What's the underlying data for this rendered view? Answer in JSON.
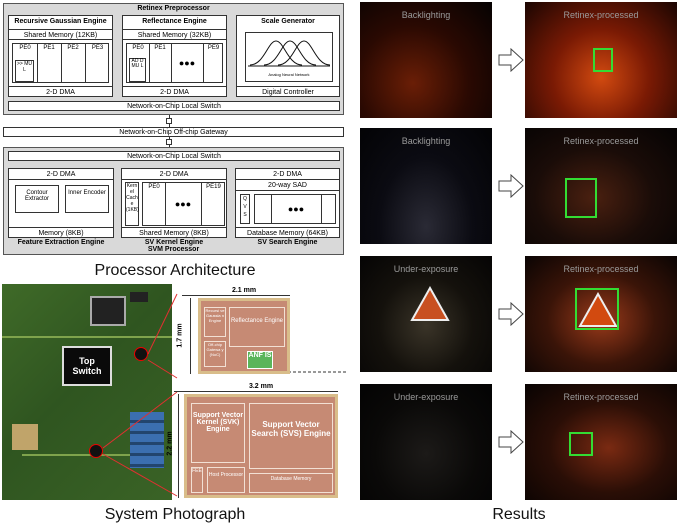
{
  "retinex": {
    "title": "Retinex Preprocessor",
    "rge": {
      "title": "Recursive Gaussian Engine",
      "memory": "Shared Memory (12KB)",
      "pes": [
        "PE0",
        "PE1",
        "PE2",
        "PE3"
      ],
      "unit": ">> MU L",
      "dma": "2-D DMA"
    },
    "re": {
      "title": "Reflectance Engine",
      "memory": "Shared Memory (32KB)",
      "pes": [
        "PE0",
        "PE1",
        "PE9"
      ],
      "unit": "AD D MU L",
      "dots": "●●●",
      "dma": "2-D DMA"
    },
    "sg": {
      "title": "Scale Generator",
      "caption": "Analog Neural Network",
      "controller": "Digital Controller"
    },
    "switch": "Network-on-Chip Local Switch"
  },
  "gateway": "Network-on-Chip Off-chip Gateway",
  "svm": {
    "switch": "Network-on-Chip Local Switch",
    "fee": {
      "dma": "2-D DMA",
      "left": "Contour Extractor",
      "right": "Inner Encoder",
      "memory": "Memory (8KB)",
      "title": "Feature Extraction Engine"
    },
    "svk": {
      "dma": "2-D DMA",
      "cache": "Kern el Cach e (1KB)",
      "pes": [
        "PE0",
        "PE19"
      ],
      "dots": "●●●",
      "memory": "Shared Memory (8KB)",
      "title": "SV Kernel Engine"
    },
    "svs": {
      "dma": "2-D DMA",
      "sad": "20-way SAD",
      "queue": "Q V S",
      "dots": "●●●",
      "memory": "Database Memory (64KB)",
      "title": "SV Search Engine"
    },
    "title": "SVM Processor"
  },
  "captions": {
    "arch": "Processor Architecture",
    "photo": "System Photograph",
    "results": "Results"
  },
  "photo": {
    "top_switch": "Top Switch",
    "chip1": {
      "width": "2.1 mm",
      "height": "1.7 mm",
      "rge": "Recursi ve Gaussia n Engine",
      "re": "Reflectance Engine",
      "gw": "Off-chip Gatewa y (NoC)",
      "anf": "ANF IS"
    },
    "chip2": {
      "width": "3.2 mm",
      "height": "2.2 mm",
      "svk": "Support Vector Kernel (SVK) Engine",
      "svs": "Support Vector Search (SVS) Engine",
      "fee": "FEE",
      "host": "Host Processor",
      "db": "Database Memory"
    }
  },
  "results": [
    {
      "left": "Backlighting",
      "right": "Retinex-processed"
    },
    {
      "left": "Backlighting",
      "right": "Retinex-processed"
    },
    {
      "left": "Under-exposure",
      "right": "Retinex-processed"
    },
    {
      "left": "Under-exposure",
      "right": "Retinex-processed"
    }
  ],
  "colors": {
    "box_fill": "#d9d9d9",
    "detection": "#33dd33",
    "chip": "#c68a74",
    "anf": "#5ab55a"
  }
}
